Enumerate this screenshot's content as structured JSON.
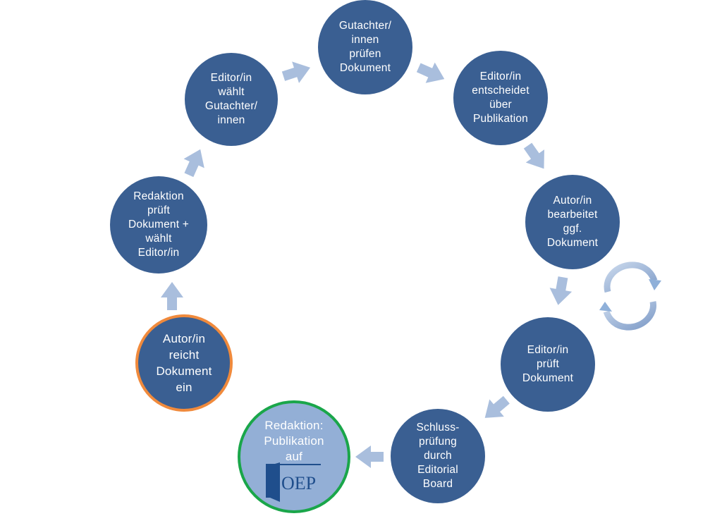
{
  "colors": {
    "node_fill": "#3a5f92",
    "node_text": "#ffffff",
    "arrow_fill": "#a9bedd",
    "start_border": "#f08a3c",
    "final_fill": "#93afd6",
    "final_border": "#1aa64a",
    "logo_blue": "#1f4e8c"
  },
  "nodes": [
    {
      "key": "start",
      "lines": [
        "Autor/in",
        "reicht",
        "Dokument",
        "ein"
      ]
    },
    {
      "key": "redaktion",
      "lines": [
        "Redaktion",
        "prüft",
        "Dokument +",
        "wählt",
        "Editor/in"
      ]
    },
    {
      "key": "editor-gutachter",
      "lines": [
        "Editor/in",
        "wählt",
        "Gutachter/",
        "innen"
      ]
    },
    {
      "key": "gutachter",
      "lines": [
        "Gutachter/",
        "innen",
        "prüfen",
        "Dokument"
      ]
    },
    {
      "key": "editor-entscheidet",
      "lines": [
        "Editor/in",
        "entscheidet",
        "über",
        "Publikation"
      ]
    },
    {
      "key": "autor-bearbeitet",
      "lines": [
        "Autor/in",
        "bearbeitet",
        "ggf.",
        "Dokument"
      ]
    },
    {
      "key": "editor-prueft",
      "lines": [
        "Editor/in",
        "prüft",
        "Dokument"
      ]
    },
    {
      "key": "schlusspruefung",
      "lines": [
        "Schluss-",
        "prüfung",
        "durch",
        "Editorial",
        "Board"
      ]
    },
    {
      "key": "publikation",
      "lines": [
        "Redaktion:",
        "Publikation",
        "auf"
      ]
    }
  ],
  "logo": {
    "text": "OEP",
    "icon": "oep-logo-icon"
  },
  "arrows": [
    {
      "from": "start",
      "to": "redaktion",
      "icon": "arrow-up-icon"
    },
    {
      "from": "redaktion",
      "to": "editor-gutachter",
      "icon": "arrow-up-right-icon"
    },
    {
      "from": "editor-gutachter",
      "to": "gutachter",
      "icon": "arrow-right-icon"
    },
    {
      "from": "gutachter",
      "to": "editor-entscheidet",
      "icon": "arrow-down-right-icon"
    },
    {
      "from": "editor-entscheidet",
      "to": "autor-bearbeitet",
      "icon": "arrow-down-right-icon"
    },
    {
      "from": "autor-bearbeitet",
      "to": "editor-prueft",
      "icon": "arrow-down-icon"
    },
    {
      "from": "editor-prueft",
      "to": "schlusspruefung",
      "icon": "arrow-down-left-icon"
    },
    {
      "from": "schlusspruefung",
      "to": "publikation",
      "icon": "arrow-left-icon"
    }
  ],
  "cycle_icon": "revision-cycle-icon"
}
